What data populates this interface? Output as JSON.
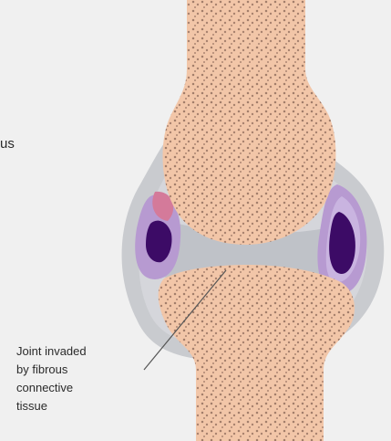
{
  "labels": {
    "left_partial": "us",
    "callout_lines": [
      "Joint invaded",
      "by fibrous",
      "connective",
      "tissue"
    ]
  },
  "colors": {
    "background": "#f0f0f0",
    "bone_fill": "#f2c6a8",
    "bone_dots": "#8f6a5a",
    "capsule_outer": "#c6c8cc",
    "capsule_inner": "#d6d7db",
    "fibrous_band": "#bfc2c8",
    "synovium_violet": "#b79ad1",
    "synovium_pink": "#d47a9a",
    "pannus_dark": "#3c0b66",
    "callout_line": "#555555"
  }
}
